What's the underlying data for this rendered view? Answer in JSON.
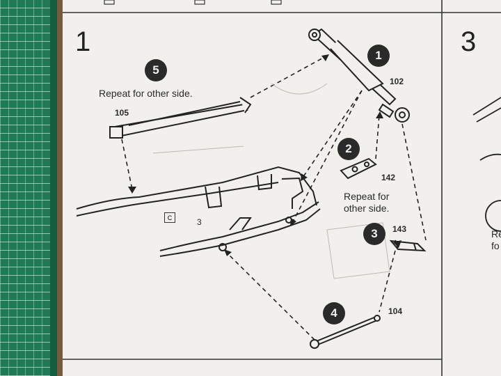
{
  "steps": {
    "main": "1",
    "next": "3"
  },
  "callouts": [
    {
      "badge": "1",
      "part": "102"
    },
    {
      "badge": "2",
      "part": "142"
    },
    {
      "badge": "3",
      "part": "143"
    },
    {
      "badge": "4",
      "part": "104"
    },
    {
      "badge": "5",
      "part": "105"
    }
  ],
  "notes": {
    "repeat_top": "Repeat for other side.",
    "repeat_mid_line1": "Repeat for",
    "repeat_mid_line2": "other side."
  },
  "frame": {
    "tag": "C",
    "part": "3"
  },
  "cutoff_right": {
    "line1": "Re",
    "line2": "fo"
  }
}
